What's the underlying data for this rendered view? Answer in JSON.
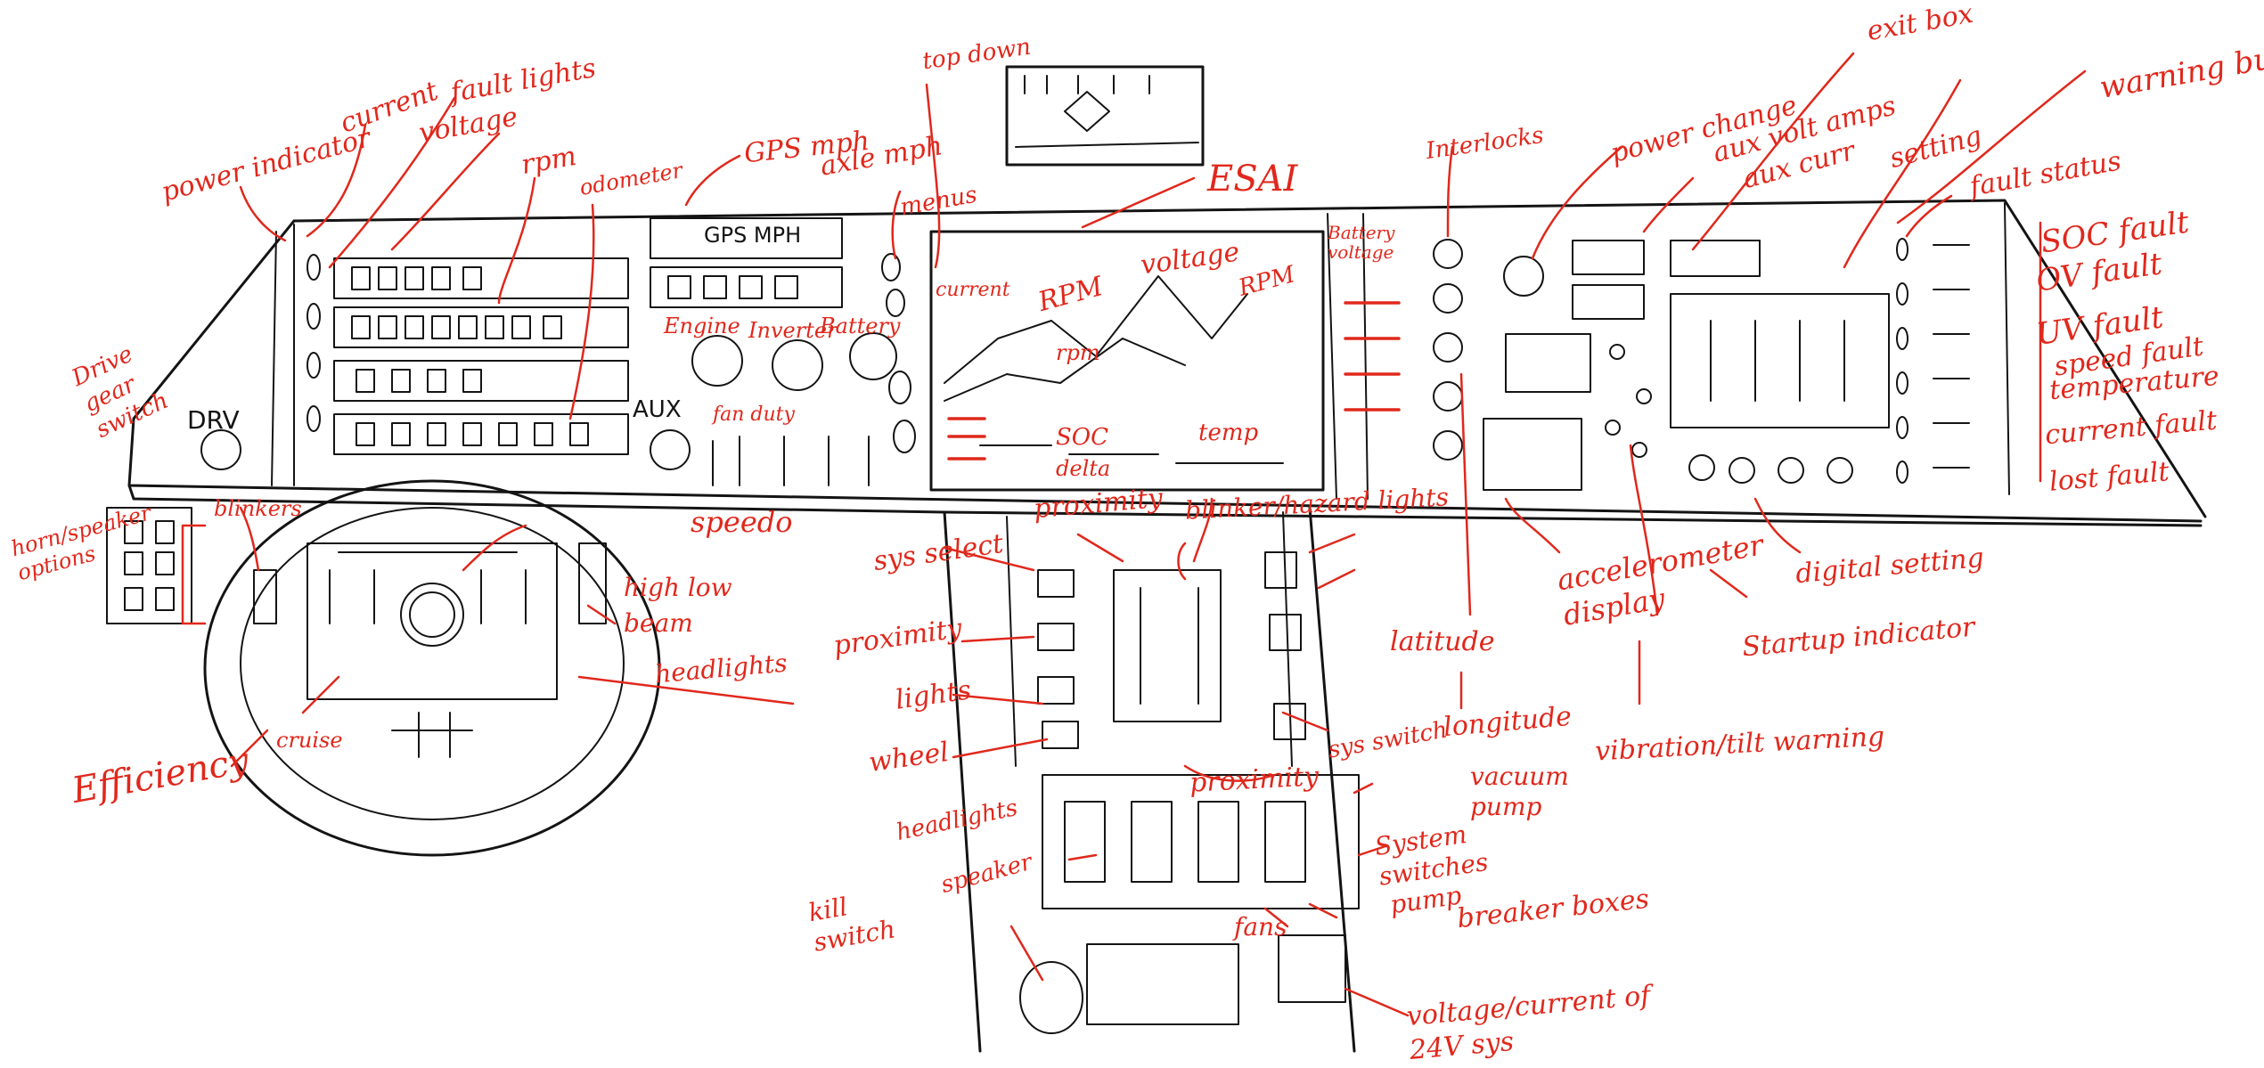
{
  "colors": {
    "ink": "#141414",
    "annotation": "#e0281c",
    "background": "#ffffff"
  },
  "sketch_text": {
    "drive": "DRV",
    "aux": "AUX",
    "gps_mph_display": "GPS MPH"
  },
  "labels": {
    "power_indicator": "power indicator",
    "current": "current",
    "fault_lights": "fault lights",
    "voltage": "voltage",
    "rpm": "rpm",
    "odometer": "odometer",
    "gps_mph": "GPS mph",
    "axle_mph": "axle mph",
    "top_down": "top down",
    "menus": "menus",
    "esai": "ESAI",
    "interlocks": "Interlocks",
    "power_change": "power change",
    "aux_volt_amps": "aux volt amps",
    "aux_curr": "aux curr",
    "setting": "setting",
    "exit_box": "exit box",
    "warning_buzzer": "warning buzzer",
    "fault_status": "fault status",
    "soc_fault": "SOC fault",
    "ov_fault": "OV fault",
    "uv_fault": "UV fault",
    "speed_fault": "speed fault",
    "temperature": "temperature",
    "current_fault": "current fault",
    "lost_fault": "lost fault",
    "drive_gear_switch": "Drive gear switch",
    "engine": "Engine",
    "inverter": "Inverter",
    "battery": "Battery",
    "fan_duty": "fan duty",
    "current_small": "current",
    "rpm_center": "RPM",
    "voltage_center": "voltage",
    "rpm_right": "RPM",
    "rpm_mid": "rpm",
    "soc": "SOC",
    "delta": "delta",
    "temp": "temp",
    "battery_voltage": "Battery voltage",
    "accelerometer_display": "accelerometer display",
    "digital_setting": "digital setting",
    "startup_indicator": "Startup indicator",
    "latitude": "latitude",
    "longitude": "longitude",
    "vibration_tilt_warning": "vibration/tilt warning",
    "sys_switch": "sys switch",
    "horn_speaker_options": "horn/speaker options",
    "blinkers": "blinkers",
    "speedo": "speedo",
    "high_low_beam": "high low beam",
    "low_beam": "low beam",
    "headlights": "headlights",
    "efficiency": "Efficiency",
    "cruise": "cruise",
    "sys_select": "sys select",
    "proximity": "proximity",
    "proximity_2": "proximity",
    "proximity_3": "proximity",
    "lights": "lights",
    "wheel": "wheel",
    "blinker_hazard_lights": "blinker/hazard lights",
    "vacuum_pump": "vacuum pump",
    "system_switches": "System switches",
    "pump": "pump",
    "fans": "fans",
    "breaker_boxes": "breaker boxes",
    "speaker": "speaker",
    "headlights_2": "headlights",
    "kill_switch": "kill switch",
    "voltage_current_24v": "voltage/current of 24V sys"
  }
}
